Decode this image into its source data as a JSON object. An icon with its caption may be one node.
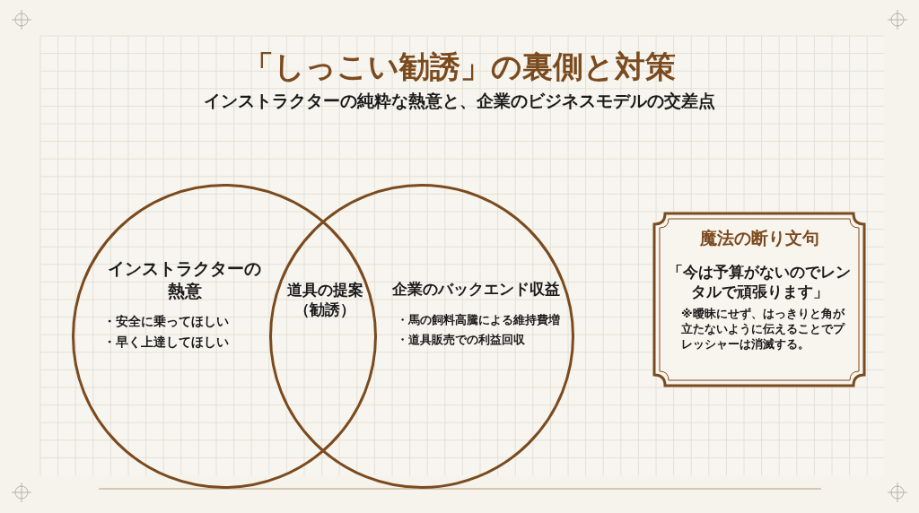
{
  "diagram": {
    "title": "「しっこい勧誘」の裏側と対策",
    "nodes": [
      {
        "text": [
          "インストラクターの熱意",
          "・安全に乗ってほしい",
          "・早く上達してほしい"
        ]
      },
      {
        "text": [
          "企業のバックエンド収益",
          "・馬の飼料高騰による維持費増",
          "・道具販売での利益回収"
        ]
      },
      {
        "text": [
          "道具の提案（勧誘）"
        ]
      },
      {
        "text": [
          "魔法の断り文句",
          "「今は予算がないのでレンタルで頑張ります」",
          "※曖昧にせず、はっきりと角が立たないように伝えることでプレッシャーは消滅する。"
        ]
      }
    ],
    "labels": [
      "インストラクターの純粋な熱意と、企業のビジネスモデルの交差点"
    ]
  }
}
